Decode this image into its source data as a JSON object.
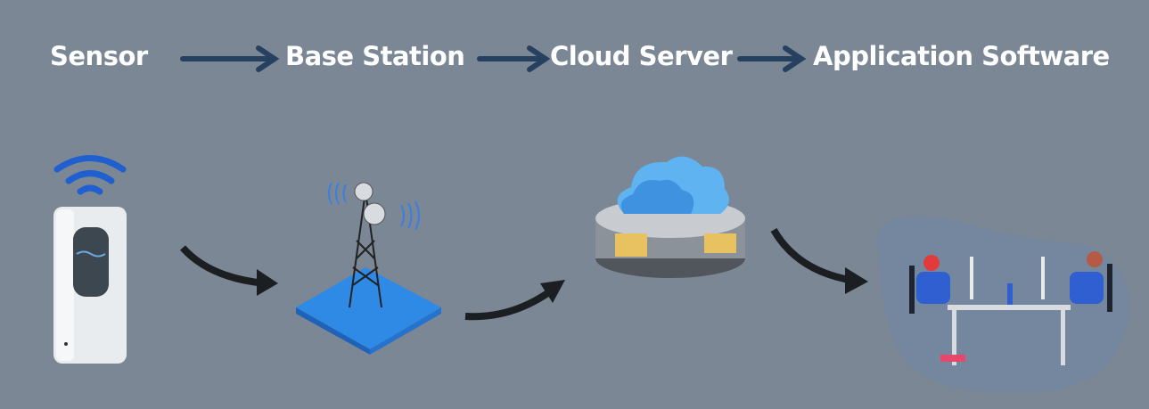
{
  "flow": {
    "steps": [
      {
        "label": "Sensor"
      },
      {
        "label": "Base Station"
      },
      {
        "label": "Cloud Server"
      },
      {
        "label": "Application Software"
      }
    ]
  },
  "colors": {
    "background": "#7b8795",
    "arrow": "#25415f",
    "accent": "#2f7de0"
  }
}
